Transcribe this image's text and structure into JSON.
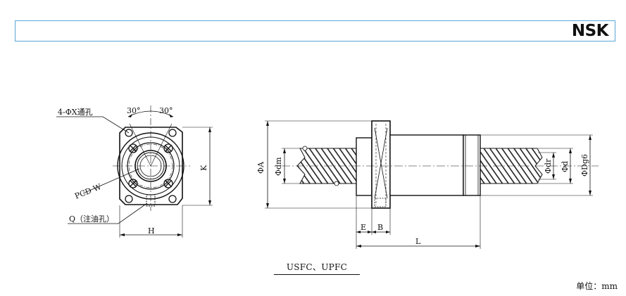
{
  "header": {
    "brand": "NSK"
  },
  "front_view": {
    "angle_left": "30°",
    "angle_right": "30°",
    "hole_label": "4-ΦX通孔",
    "pcd_label": "PCD  W",
    "oil_hole_label": "Q（注油孔）",
    "dim_h": "H",
    "dim_k": "K"
  },
  "side_view": {
    "dim_a": "ΦA",
    "dim_dm": "Φdm",
    "dim_dr": "Φdr",
    "dim_d": "Φd",
    "dim_dg6": "ΦDg6",
    "dim_e": "E",
    "dim_b": "B",
    "dim_l": "L"
  },
  "caption": "USFC、UPFC",
  "unit": "单位：mm"
}
